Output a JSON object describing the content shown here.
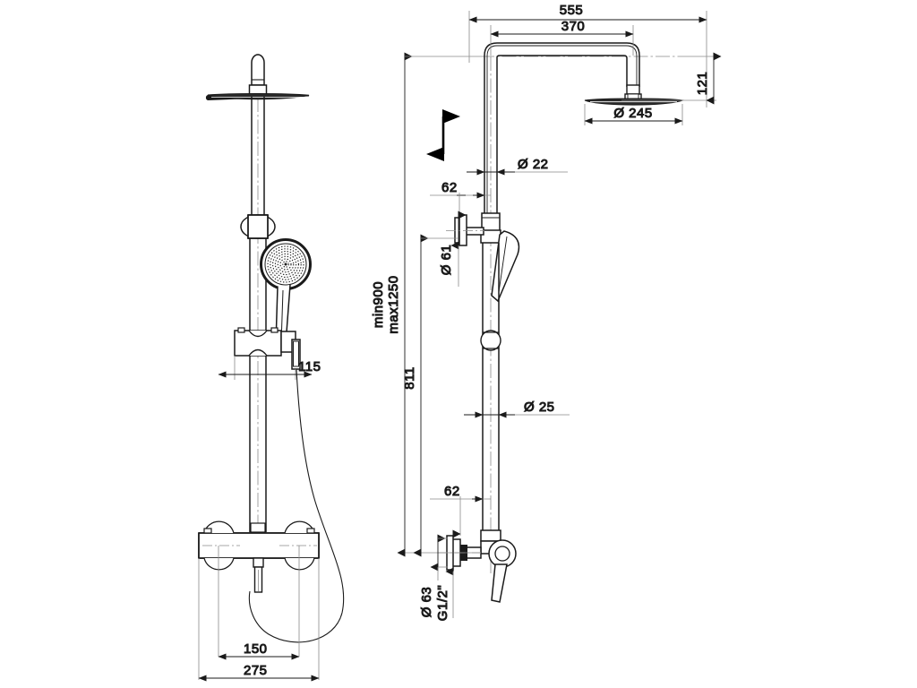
{
  "drawing": {
    "title": "Shower column dimensional drawing",
    "units": "mm",
    "background_color": "#ffffff",
    "line_color": "#1a1a1a",
    "views": [
      {
        "name": "front-view",
        "position": "left"
      },
      {
        "name": "side-view",
        "position": "right"
      }
    ]
  },
  "dimensions": {
    "overall_reach": "555",
    "arm_length": "370",
    "head_drop": "121",
    "head_diameter": "Ø 245",
    "riser_tube_upper": "Ø 22",
    "bracket_offset_upper": "62",
    "holder_diameter": "Ø 61",
    "riser_tube_lower": "Ø 25",
    "bracket_offset_lower": "62",
    "valve_flange_diameter": "Ø 63",
    "inlet_thread": "G1/2\"",
    "riser_height": "811",
    "adjust_min": "min900",
    "adjust_max": "max1250",
    "handshower_offset": "115",
    "valve_centers": "150",
    "valve_body_width": "275"
  },
  "annotations": {
    "slide_arrow": "up-down-adjust-arrow"
  }
}
